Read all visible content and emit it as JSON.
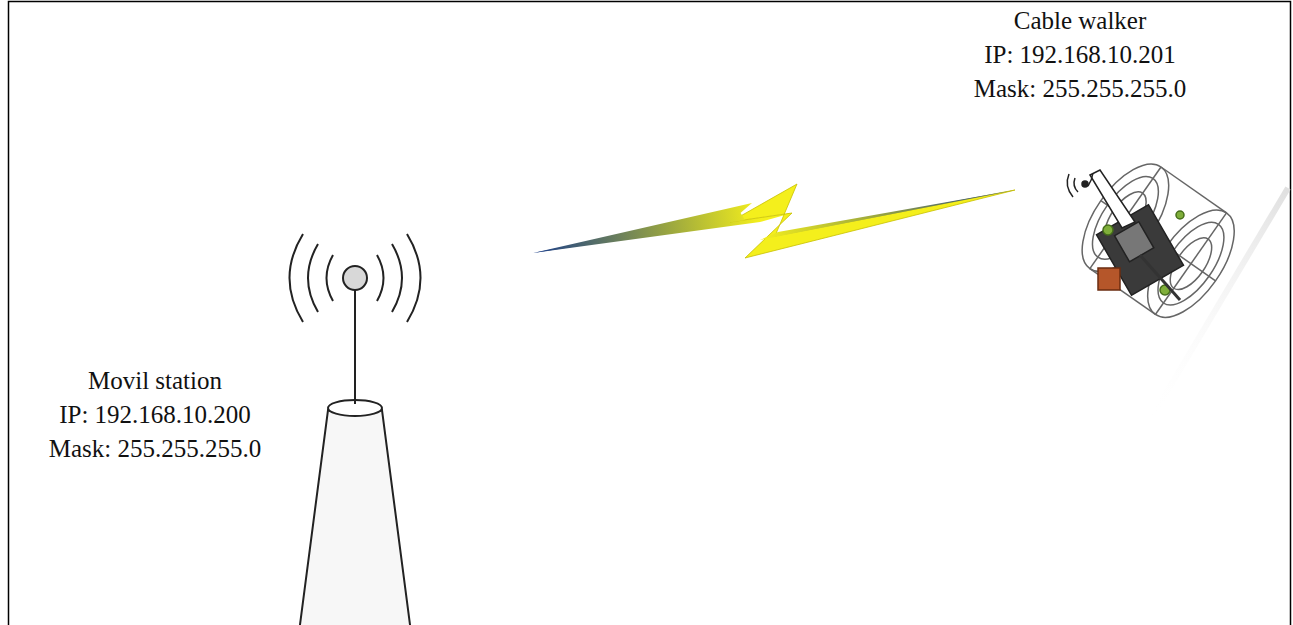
{
  "diagram": {
    "labels": [
      "Cable walker",
      "IP: 192.168.10.201",
      "Mask: 255.255.255.0",
      "Movil station",
      "IP: 192.168.10.200",
      "Mask: 255.255.255.0"
    ]
  }
}
